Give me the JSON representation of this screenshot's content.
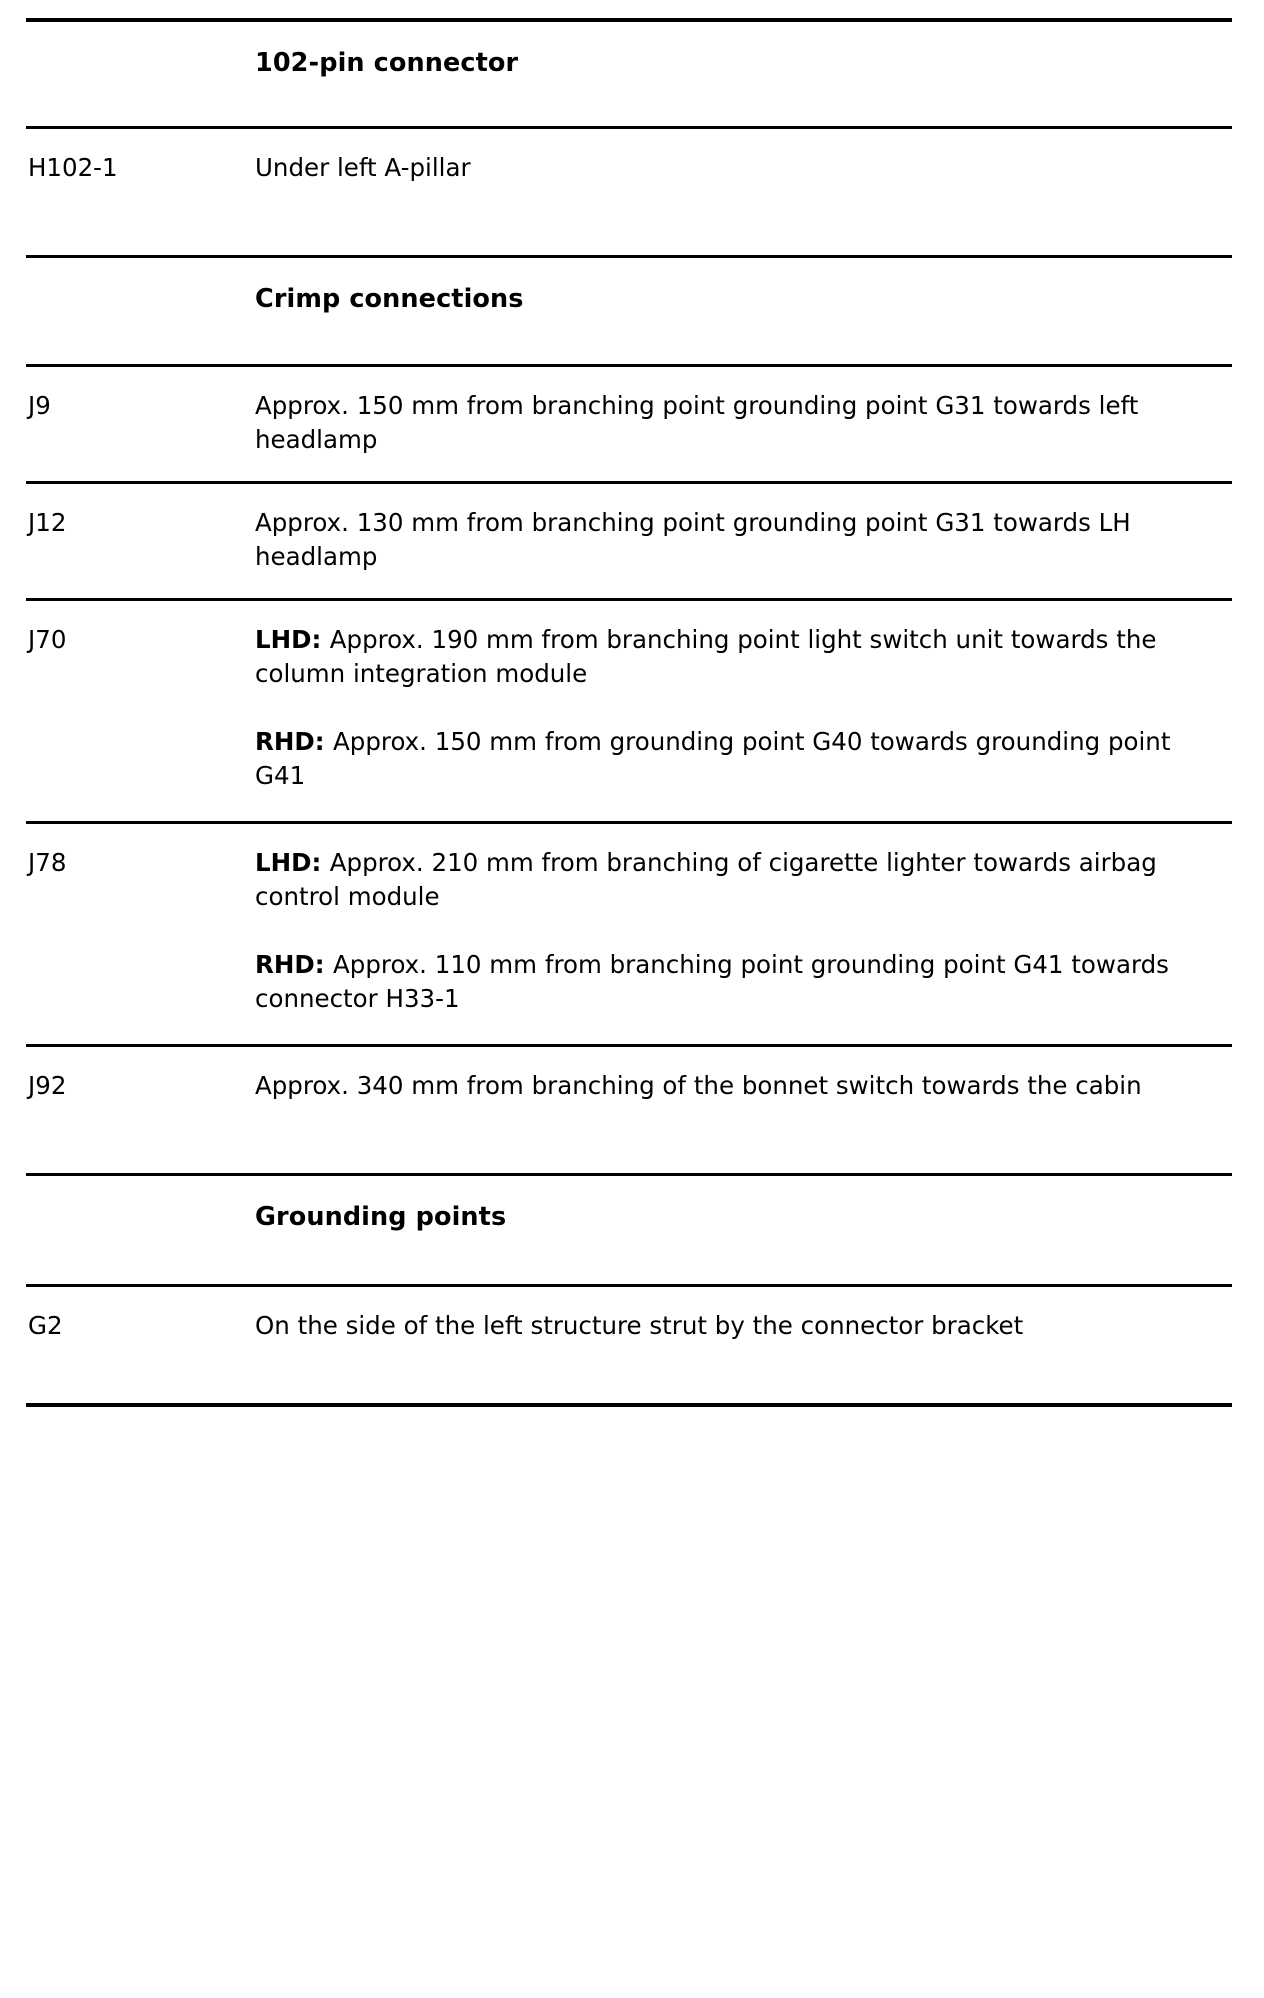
{
  "document": {
    "type": "wiring-harness-component-location-table",
    "columns": [
      "identifier",
      "location"
    ]
  },
  "sections": [
    {
      "id": "connector-102-pin",
      "title": "102-pin connector",
      "rows": [
        {
          "key": "H102-1",
          "paragraphs": [
            {
              "lead": "",
              "text": "Under left A-pillar"
            }
          ]
        }
      ]
    },
    {
      "id": "crimp-connections",
      "title": "Crimp connections",
      "rows": [
        {
          "key": "J9",
          "paragraphs": [
            {
              "lead": "",
              "text": "Approx. 150 mm from branching point grounding point G31 towards left headlamp"
            }
          ]
        },
        {
          "key": "J12",
          "paragraphs": [
            {
              "lead": "",
              "text": "Approx. 130 mm from branching point grounding point G31 towards LH headlamp"
            }
          ]
        },
        {
          "key": "J70",
          "paragraphs": [
            {
              "lead": "LHD:",
              "text": "Approx. 190 mm from branching point light switch unit towards the column integration module"
            },
            {
              "lead": "RHD:",
              "text": "Approx. 150 mm from grounding point G40 towards grounding point G41"
            }
          ]
        },
        {
          "key": "J78",
          "paragraphs": [
            {
              "lead": "LHD:",
              "text": "Approx. 210 mm from branching of cigarette lighter towards airbag control module"
            },
            {
              "lead": "RHD:",
              "text": "Approx. 110 mm from branching point grounding point G41 towards connector H33-1"
            }
          ]
        },
        {
          "key": "J92",
          "paragraphs": [
            {
              "lead": "",
              "text": "Approx. 340 mm from branching of the bonnet switch towards the cabin"
            }
          ]
        }
      ]
    },
    {
      "id": "grounding-points",
      "title": "Grounding points",
      "rows": [
        {
          "key": "G2",
          "paragraphs": [
            {
              "lead": "",
              "text": "On the side of the left structure strut by the connector bracket"
            }
          ]
        }
      ]
    }
  ],
  "colors": {
    "text": "#000000",
    "rule": "#000000",
    "background": "#ffffff"
  }
}
